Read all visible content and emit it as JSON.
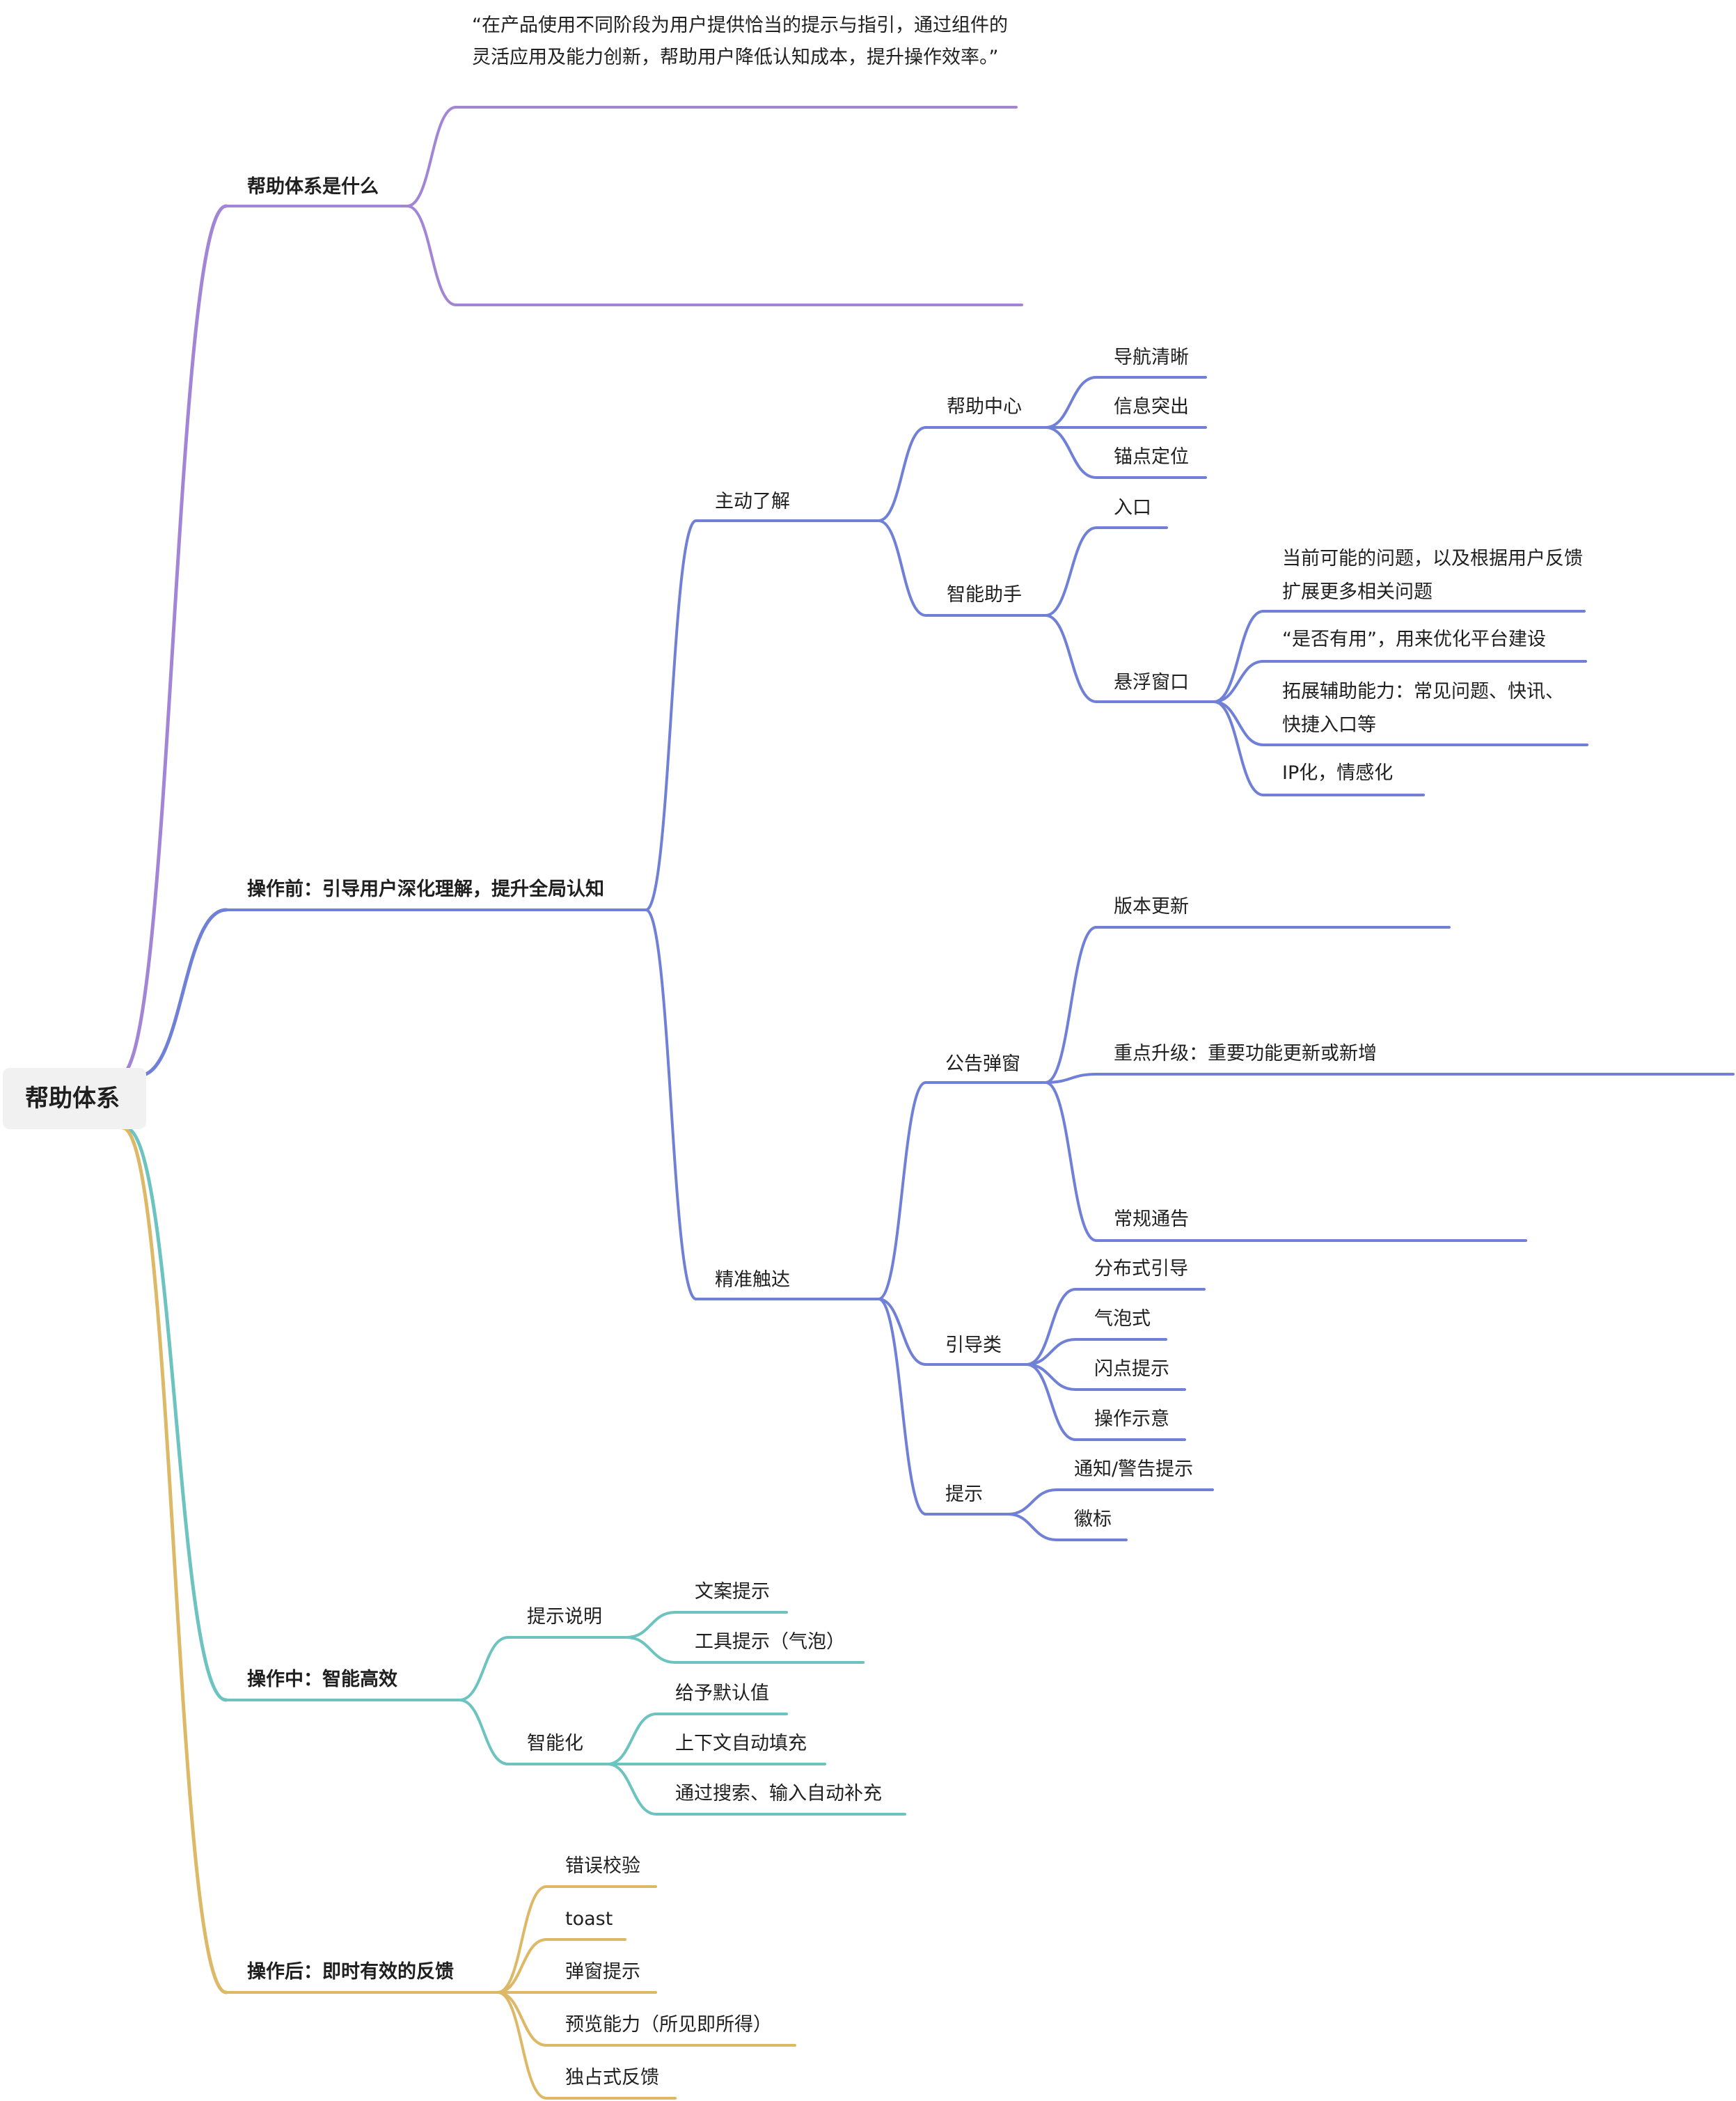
{
  "root": {
    "label": "帮助体系"
  },
  "colors": {
    "purple": "#a385d6",
    "blue": "#6f80d6",
    "teal": "#6cc3bf",
    "gold": "#dcb867"
  },
  "branches": [
    {
      "label": "帮助体系是什么",
      "color": "purple",
      "children": [
        {
          "label": "“在产品使用不同阶段为用户提供恰当的提示与指引，通过组件的灵活应用及能力创新，帮助用户降低认知成本，提升操作效率。”"
        },
        {
          "label": ""
        }
      ]
    },
    {
      "label": "操作前：引导用户深化理解，提升全局认知",
      "color": "blue",
      "children": [
        {
          "label": "主动了解",
          "children": [
            {
              "label": "帮助中心",
              "children": [
                {
                  "label": "导航清晰"
                },
                {
                  "label": "信息突出"
                },
                {
                  "label": "锚点定位"
                }
              ]
            },
            {
              "label": "智能助手",
              "children": [
                {
                  "label": "入口"
                },
                {
                  "label": "悬浮窗口",
                  "children": [
                    {
                      "label": "当前可能的问题，以及根据用户反馈扩展更多相关问题"
                    },
                    {
                      "label": "“是否有用”，用来优化平台建设"
                    },
                    {
                      "label": "拓展辅助能力：常见问题、快讯、快捷入口等"
                    },
                    {
                      "label": "IP化，情感化"
                    }
                  ]
                }
              ]
            }
          ]
        },
        {
          "label": "精准触达",
          "children": [
            {
              "label": "公告弹窗",
              "children": [
                {
                  "label": "版本更新"
                },
                {
                  "label": "重点升级：重要功能更新或新增"
                },
                {
                  "label": "常规通告"
                }
              ]
            },
            {
              "label": "引导类",
              "children": [
                {
                  "label": "分布式引导"
                },
                {
                  "label": "气泡式"
                },
                {
                  "label": "闪点提示"
                },
                {
                  "label": "操作示意"
                }
              ]
            },
            {
              "label": "提示",
              "children": [
                {
                  "label": "通知/警告提示"
                },
                {
                  "label": "徽标"
                }
              ]
            }
          ]
        }
      ]
    },
    {
      "label": "操作中：智能高效",
      "color": "teal",
      "children": [
        {
          "label": "提示说明",
          "children": [
            {
              "label": "文案提示"
            },
            {
              "label": "工具提示（气泡）"
            }
          ]
        },
        {
          "label": "智能化",
          "children": [
            {
              "label": "给予默认值"
            },
            {
              "label": "上下文自动填充"
            },
            {
              "label": "通过搜索、输入自动补充"
            }
          ]
        }
      ]
    },
    {
      "label": "操作后：即时有效的反馈",
      "color": "gold",
      "children": [
        {
          "label": "错误校验"
        },
        {
          "label": "toast"
        },
        {
          "label": "弹窗提示"
        },
        {
          "label": "预览能力（所见即所得）"
        },
        {
          "label": "独占式反馈"
        }
      ]
    }
  ]
}
